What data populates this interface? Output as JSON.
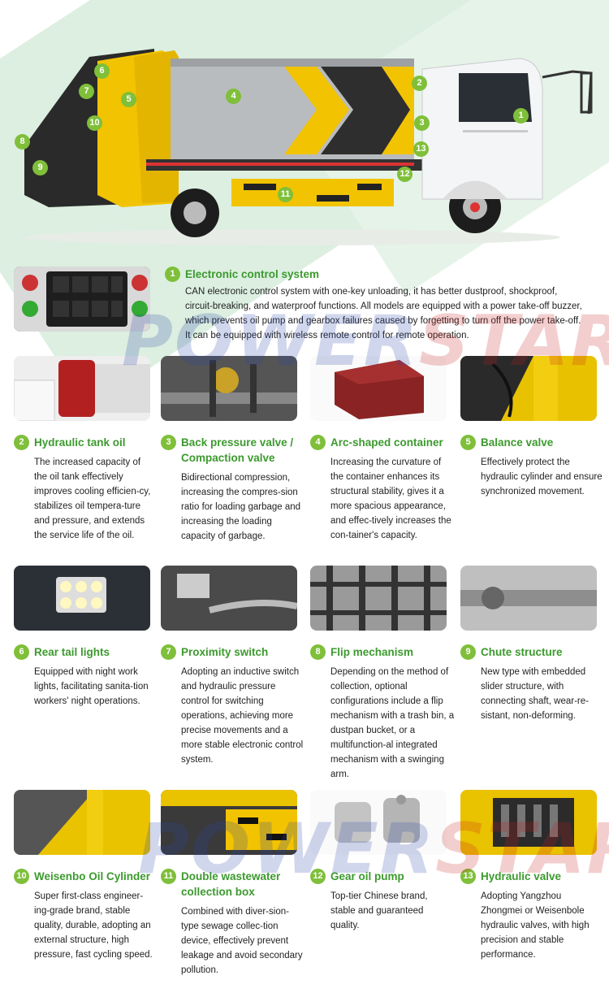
{
  "watermark": {
    "part1": "POWER",
    "part2": "STAR"
  },
  "hero_markers": [
    "1",
    "2",
    "3",
    "4",
    "5",
    "6",
    "7",
    "8",
    "9",
    "10",
    "11",
    "12",
    "13"
  ],
  "features": [
    {
      "num": "1",
      "title": "Electronic control system",
      "desc": "CAN electronic control system with one-key unloading, it has better dustproof, shockproof, circuit-breaking, and waterproof functions. All models are equipped with a power take-off buzzer, which prevents oil pump and gearbox failures caused by forgetting to turn off the power take-off. It can be equipped with wireless remote control for remote operation."
    },
    {
      "num": "2",
      "title": "Hydraulic tank oil",
      "desc": "The increased capacity of the oil tank effectively improves cooling efficien-cy, stabilizes oil tempera-ture and pressure, and extends the service life of the oil."
    },
    {
      "num": "3",
      "title": "Back pressure valve / Compaction valve",
      "desc": "Bidirectional compression, increasing the compres-sion ratio for loading garbage and increasing the loading capacity of garbage."
    },
    {
      "num": "4",
      "title": "Arc-shaped container",
      "desc": "Increasing the curvature of the container enhances its structural stability, gives it a more spacious appearance, and effec-tively increases the con-tainer's capacity."
    },
    {
      "num": "5",
      "title": "Balance valve",
      "desc": "Effectively protect the hydraulic cylinder and ensure synchronized movement."
    },
    {
      "num": "6",
      "title": "Rear tail lights",
      "desc": "Equipped with night work lights, facilitating sanita-tion workers' night operations."
    },
    {
      "num": "7",
      "title": "Proximity switch",
      "desc": "Adopting an inductive switch and hydraulic pressure control for switching operations, achieving more precise movements and a more stable electronic control system."
    },
    {
      "num": "8",
      "title": "Flip mechanism",
      "desc": "Depending on the method of collection, optional configurations include a flip mechanism with a trash bin, a dustpan bucket, or a multifunction-al integrated mechanism with a swinging arm."
    },
    {
      "num": "9",
      "title": "Chute structure",
      "desc": "New type with embedded slider structure, with connecting shaft, wear-re-sistant, non-deforming."
    },
    {
      "num": "10",
      "title": "Weisenbo Oil Cylinder",
      "desc": "Super first-class engineer-ing-grade brand, stable quality, durable, adopting an external structure, high pressure, fast cycling speed."
    },
    {
      "num": "11",
      "title": "Double wastewater collection box",
      "desc": "Combined with diver-sion-type sewage collec-tion device, effectively prevent leakage and avoid secondary pollution."
    },
    {
      "num": "12",
      "title": "Gear oil pump",
      "desc": "Top-tier Chinese brand, stable and guaranteed quality."
    },
    {
      "num": "13",
      "title": "Hydraulic valve",
      "desc": "Adopting Yangzhou Zhongmei or Weisenbole hydraulic valves, with high precision and stable performance."
    }
  ],
  "colors": {
    "accent_green": "#7fbf3a",
    "title_green": "#3c9a2e",
    "truck_yellow": "#f2c300"
  }
}
